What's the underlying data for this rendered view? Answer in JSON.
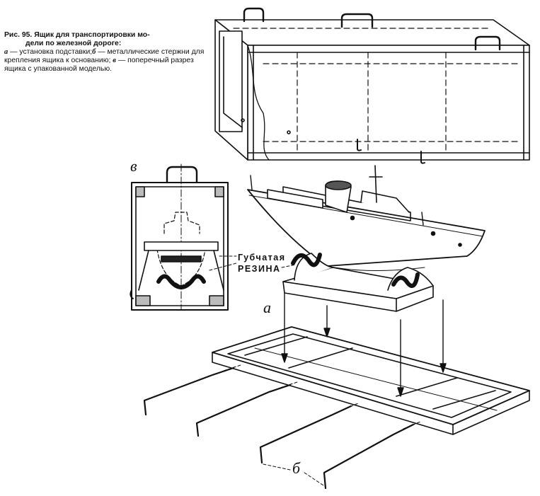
{
  "caption": {
    "title": "Рис. 95. Ящик для транспортировки мо-",
    "title_cont": "дели по железной дороге:",
    "item_a_letter": "а",
    "item_a": " — установка подставки;",
    "item_b_letter": "б",
    "item_b": " — металлические стержни для крепления ящика к основанию;",
    "item_v_letter": "в",
    "item_v": " — поперечный разрез ящика с упакованной моделью."
  },
  "labels": {
    "a": "а",
    "b": "б",
    "v": "в",
    "rubber_line1": "Губчатая",
    "rubber_line2": "резина"
  }
}
